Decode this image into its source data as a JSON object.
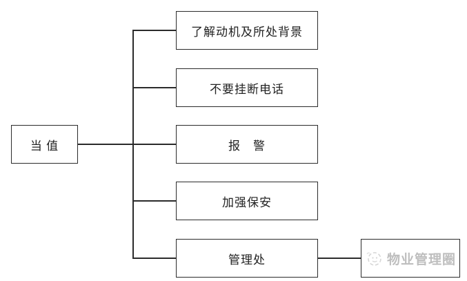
{
  "diagram": {
    "root": {
      "label": "当 值"
    },
    "branches": [
      {
        "label": "了解动机及所处背景"
      },
      {
        "label": "不要挂断电话"
      },
      {
        "label": "报　警"
      },
      {
        "label": "加强保安"
      },
      {
        "label": "管理处"
      }
    ],
    "result_box": {
      "watermark_text": "物业管理圈",
      "logo": "cartoon-circle-logo"
    },
    "colors": {
      "line": "#2a2a2a",
      "text": "#222222",
      "watermark": "#a9a9a9",
      "background": "#ffffff"
    }
  }
}
